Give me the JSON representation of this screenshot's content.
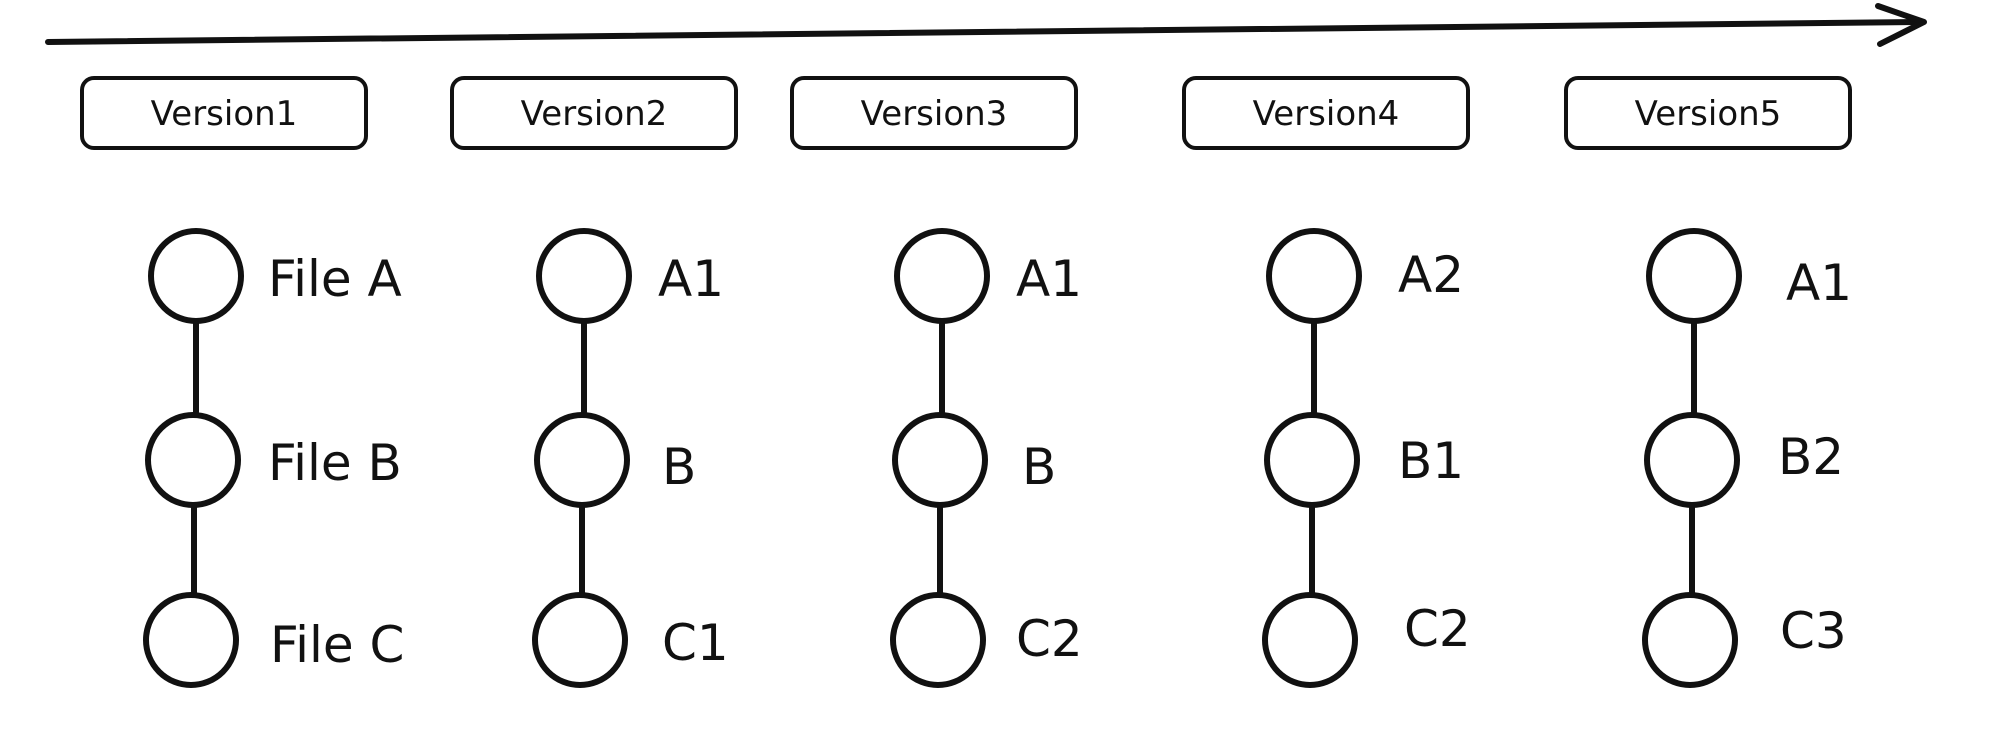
{
  "versions": [
    {
      "label": "Version1",
      "files": [
        "File A",
        "File B",
        "File C"
      ]
    },
    {
      "label": "Version2",
      "files": [
        "A1",
        "B",
        "C1"
      ]
    },
    {
      "label": "Version3",
      "files": [
        "A1",
        "B",
        "C2"
      ]
    },
    {
      "label": "Version4",
      "files": [
        "A2",
        "B1",
        "C2"
      ]
    },
    {
      "label": "Version5",
      "files": [
        "A1",
        "B2",
        "C3"
      ]
    }
  ],
  "colors": {
    "ink": "#111111",
    "background": "#ffffff"
  }
}
